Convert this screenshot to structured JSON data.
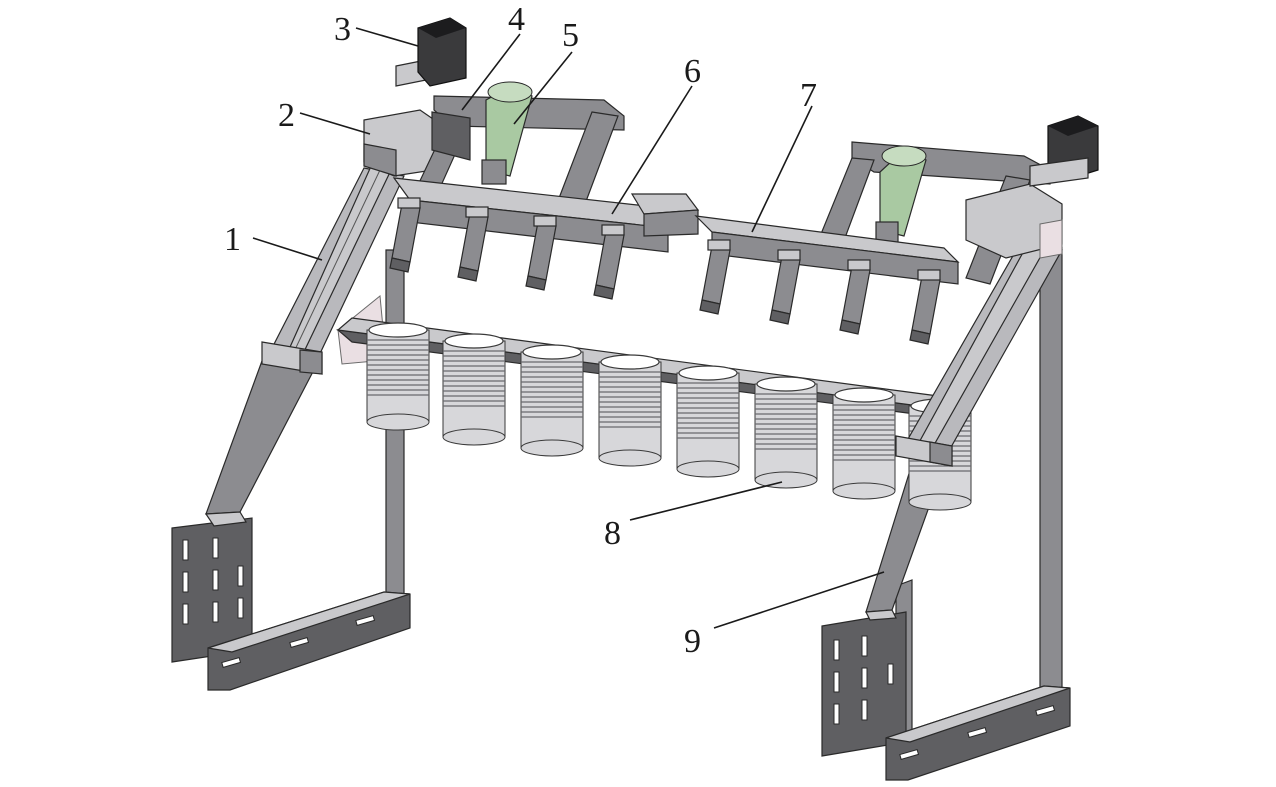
{
  "figure": {
    "labels": [
      "1",
      "2",
      "3",
      "4",
      "5",
      "6",
      "7",
      "8",
      "9"
    ]
  },
  "colors": {
    "metal_dark": "#5f5f62",
    "metal_light": "#c9c9cc",
    "cylinder_green": "#a9c9a2",
    "motor": "#3a3a3c",
    "line": "#1a1a1a"
  }
}
